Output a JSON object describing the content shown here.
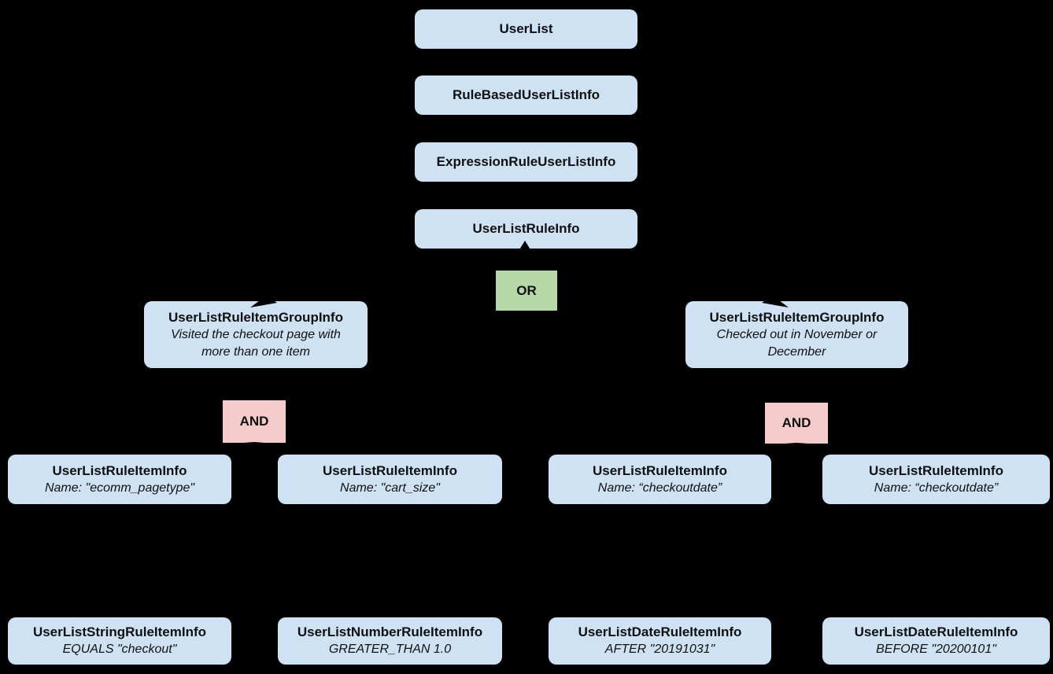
{
  "diagram": {
    "colors": {
      "background": "#000000",
      "node_fill": "#cfe2f3",
      "or_fill": "#b6d7a8",
      "and_fill": "#f4cccc",
      "text": "#101010",
      "connector": "#000000"
    },
    "nodes": {
      "user_list": {
        "label": "UserList"
      },
      "rule_based_user_list_info": {
        "label": "RuleBasedUserListInfo"
      },
      "expression_rule_user_list_info": {
        "label": "ExpressionRuleUserListInfo"
      },
      "user_list_rule_info": {
        "label": "UserListRuleInfo"
      },
      "or_operator": {
        "label": "OR"
      },
      "and_operator_left": {
        "label": "AND"
      },
      "and_operator_right": {
        "label": "AND"
      },
      "group_left": {
        "label": "UserListRuleItemGroupInfo",
        "description": "Visited the checkout page with more than one item"
      },
      "group_right": {
        "label": "UserListRuleItemGroupInfo",
        "description": "Checked out in November or December"
      },
      "item_ecomm_pagetype": {
        "label": "UserListRuleItemInfo",
        "description": "Name: \"ecomm_pagetype\""
      },
      "item_cart_size": {
        "label": "UserListRuleItemInfo",
        "description": "Name: \"cart_size\""
      },
      "item_checkoutdate_after": {
        "label": "UserListRuleItemInfo",
        "description": "Name: “checkoutdate”"
      },
      "item_checkoutdate_before": {
        "label": "UserListRuleItemInfo",
        "description": "Name: “checkoutdate”"
      },
      "leaf_string": {
        "label": "UserListStringRuleItemInfo",
        "description": "EQUALS \"checkout\""
      },
      "leaf_number": {
        "label": "UserListNumberRuleItemInfo",
        "description": "GREATER_THAN 1.0"
      },
      "leaf_date_after": {
        "label": "UserListDateRuleItemInfo",
        "description": "AFTER \"20191031\""
      },
      "leaf_date_before": {
        "label": "UserListDateRuleItemInfo",
        "description": "BEFORE \"20200101\""
      }
    },
    "edges": [
      {
        "from": "user_list",
        "to": "rule_based_user_list_info"
      },
      {
        "from": "rule_based_user_list_info",
        "to": "expression_rule_user_list_info"
      },
      {
        "from": "expression_rule_user_list_info",
        "to": "user_list_rule_info"
      },
      {
        "from": "user_list_rule_info",
        "to": "or_operator"
      },
      {
        "from": "or_operator",
        "to": "group_left"
      },
      {
        "from": "or_operator",
        "to": "group_right"
      },
      {
        "from": "group_left",
        "to": "and_operator_left"
      },
      {
        "from": "and_operator_left",
        "to": "item_ecomm_pagetype"
      },
      {
        "from": "and_operator_left",
        "to": "item_cart_size"
      },
      {
        "from": "item_ecomm_pagetype",
        "to": "leaf_string"
      },
      {
        "from": "item_cart_size",
        "to": "leaf_number"
      },
      {
        "from": "group_right",
        "to": "and_operator_right"
      },
      {
        "from": "and_operator_right",
        "to": "item_checkoutdate_after"
      },
      {
        "from": "and_operator_right",
        "to": "item_checkoutdate_before"
      },
      {
        "from": "item_checkoutdate_after",
        "to": "leaf_date_after"
      },
      {
        "from": "item_checkoutdate_before",
        "to": "leaf_date_before"
      }
    ]
  }
}
